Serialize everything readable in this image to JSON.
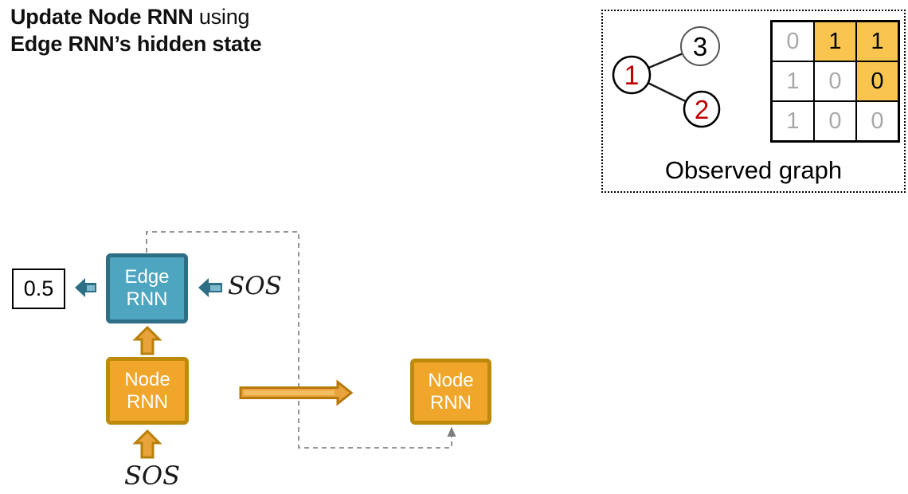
{
  "title": {
    "line1_bold": "Update Node RNN",
    "line1_regular": " using",
    "line2_bold": "Edge RNN’s hidden state"
  },
  "observed_panel": {
    "label": "Observed graph",
    "graph": {
      "nodes": [
        {
          "id": "1",
          "label": "1",
          "label_color": "#C00000"
        },
        {
          "id": "2",
          "label": "2",
          "label_color": "#C00000"
        },
        {
          "id": "3",
          "label": "3",
          "label_color": "#000000"
        }
      ],
      "edges": [
        [
          "1",
          "3"
        ],
        [
          "1",
          "2"
        ]
      ]
    },
    "matrix": {
      "rows": [
        [
          {
            "value": "0",
            "highlight": false,
            "muted": true
          },
          {
            "value": "1",
            "highlight": true,
            "muted": false
          },
          {
            "value": "1",
            "highlight": true,
            "muted": false
          }
        ],
        [
          {
            "value": "1",
            "highlight": false,
            "muted": true
          },
          {
            "value": "0",
            "highlight": false,
            "muted": true
          },
          {
            "value": "0",
            "highlight": true,
            "muted": false
          }
        ],
        [
          {
            "value": "1",
            "highlight": false,
            "muted": true
          },
          {
            "value": "0",
            "highlight": false,
            "muted": true
          },
          {
            "value": "0",
            "highlight": false,
            "muted": true
          }
        ]
      ]
    }
  },
  "diagram": {
    "output_value": "0.5",
    "edge_rnn": {
      "line1": "Edge",
      "line2": "RNN"
    },
    "node_rnn_left": {
      "line1": "Node",
      "line2": "RNN"
    },
    "node_rnn_right": {
      "line1": "Node",
      "line2": "RNN"
    },
    "edge_sos_label": "SOS",
    "node_sos_label": "SOS"
  },
  "colors": {
    "edge_rnn_fill": "#4EA5BF",
    "edge_rnn_border": "#2E6F85",
    "node_rnn_fill": "#EFA62B",
    "node_rnn_border": "#BF8A0B",
    "teal_arrow": "#2E6F85",
    "teal_arrow_stripe": "#7FB9CF",
    "orange_arrow_fill": "#E8A33D",
    "orange_arrow_border": "#B7790B",
    "dashed_line": "#888888",
    "matrix_highlight": "#F9C54F",
    "muted_text": "#A8A8A8",
    "node_number_red": "#C00000"
  }
}
